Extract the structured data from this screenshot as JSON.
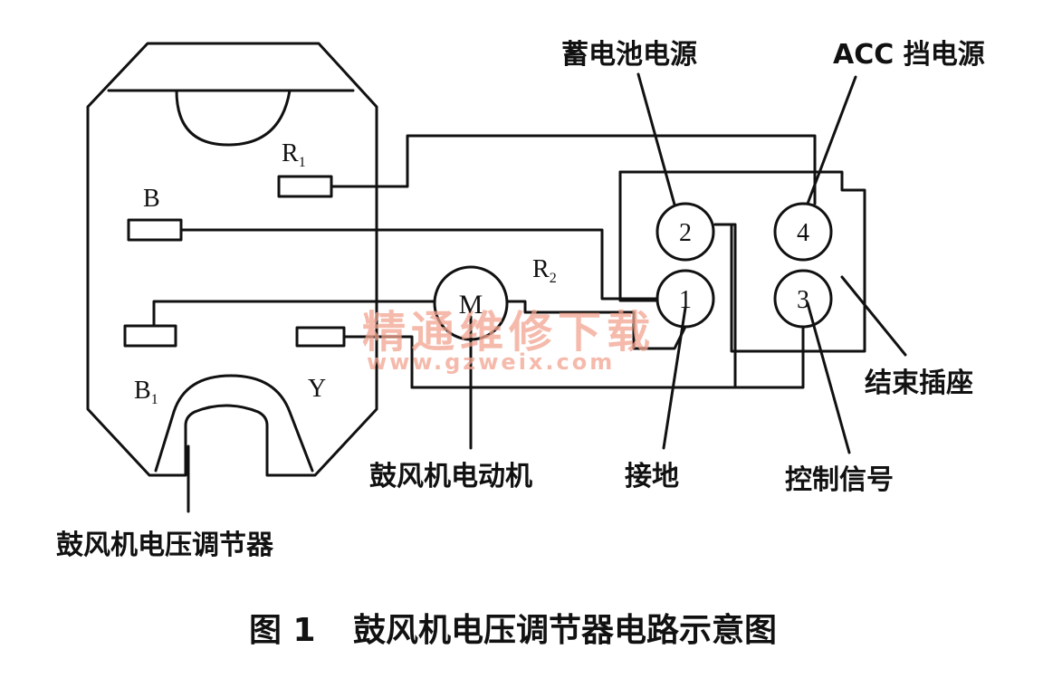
{
  "diagram": {
    "labels": {
      "battery_power": "蓄电池电源",
      "acc_power": "ACC 挡电源",
      "end_socket": "结束插座",
      "ground": "接地",
      "control_signal": "控制信号",
      "blower_motor": "鼓风机电动机",
      "regulator": "鼓风机电压调节器"
    },
    "terminals": {
      "r1_main": "R",
      "r1_sub": "1",
      "b": "B",
      "b1_main": "B",
      "b1_sub": "1",
      "y": "Y",
      "r2_main": "R",
      "r2_sub": "2"
    },
    "motor_symbol": "M",
    "pins": [
      "1",
      "2",
      "3",
      "4"
    ],
    "watermark": {
      "cn": "精通维修下载",
      "url": "www.gzweix.com",
      "color": "#f2a48f"
    },
    "caption": {
      "number": "图 1",
      "text": "鼓风机电压调节器电路示意图"
    }
  }
}
